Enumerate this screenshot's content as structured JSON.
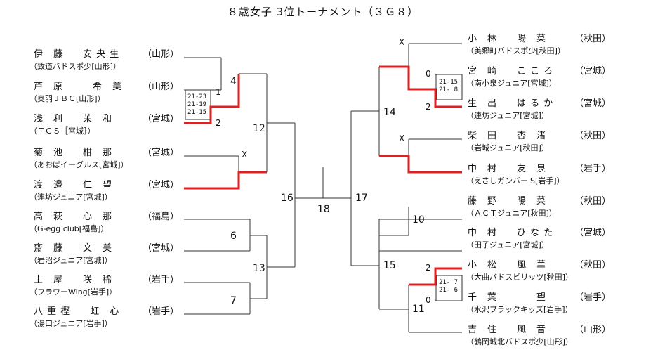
{
  "title": "８歳女子 3位トーナメント（３Ｇ８）",
  "left_players": [
    {
      "name": "伊　藤　　安 央 生",
      "pref": "（山形）",
      "club": "（致道バドスポ少[山形]）"
    },
    {
      "name": "芦　原　　　希　美",
      "pref": "（山形）",
      "club": "（奥羽ＪＢＣ[山形]）"
    },
    {
      "name": "浅　利　　茉　和",
      "pref": "（宮城）",
      "club": "（ＴＧＳ［宮城］）"
    },
    {
      "name": "菊　池　　柑　那",
      "pref": "（宮城）",
      "club": "（あおばイーグルス[宮城]）"
    },
    {
      "name": "渡　邉　　仁　望",
      "pref": "（宮城）",
      "club": "（連坊ジュニア[宮城]）"
    },
    {
      "name": "高　萩　　心　那",
      "pref": "（福島）",
      "club": "（G-egg club[福島]）"
    },
    {
      "name": "齋　藤　　文　美",
      "pref": "（宮城）",
      "club": "（岩沼ジュニア[宮城]）"
    },
    {
      "name": "土　屋　　咲　稀",
      "pref": "（岩手）",
      "club": "（フラワーWing[岩手]）"
    },
    {
      "name": "八 重 樫　　虹　心",
      "pref": "（岩手）",
      "club": "（湯口ジュニア[岩手]）"
    }
  ],
  "right_players": [
    {
      "name": "小　林　　陽　菜",
      "pref": "（秋田）",
      "club": "（美郷町バドスポ少[秋田]）"
    },
    {
      "name": "宮　崎　　こ こ ろ",
      "pref": "（宮城）",
      "club": "（南小泉ジュニア[宮城]）"
    },
    {
      "name": "生　出　　は る か",
      "pref": "（宮城）",
      "club": "（連坊ジュニア[宮城]）"
    },
    {
      "name": "柴　田　　杏　渚",
      "pref": "（秋田）",
      "club": "（岩城ジュニア[秋田]）"
    },
    {
      "name": "中　村　　友　泉",
      "pref": "（岩手）",
      "club": "（えさしガンバー'S[岩手]）"
    },
    {
      "name": "藤　野　　陽　菜",
      "pref": "（秋田）",
      "club": "（ＡＣＴジュニア[秋田]）"
    },
    {
      "name": "中　村　　ひ な た",
      "pref": "（宮城）",
      "club": "（田子ジュニア[宮城]）"
    },
    {
      "name": "小　松　　風　華",
      "pref": "（秋田）",
      "club": "（大曲バドスピリッツ[秋田]）"
    },
    {
      "name": "千　葉　　　　望",
      "pref": "（岩手）",
      "club": "（水沢ブラックキッズ[岩手]）"
    },
    {
      "name": "吉　住　　風　音",
      "pref": "（山形）",
      "club": "（鶴岡城北バドスポ少[山形]）"
    }
  ],
  "match_numbers": {
    "m4": "4",
    "m12": "12",
    "m16": "16",
    "m6": "6",
    "m13": "13",
    "m7": "7",
    "m18": "18",
    "m17": "17",
    "m14": "14",
    "m15": "15",
    "m10": "10",
    "m11": "11"
  },
  "marks": {
    "l_one": "1",
    "l_two": "2",
    "l_x": "X",
    "r_x1": "X",
    "r_zero1": "0",
    "r_two1": "2",
    "r_x2": "X",
    "r_two2": "2",
    "r_zero2": "0"
  },
  "scores": {
    "left_m": "21-23\n21-19\n21-15",
    "right_top": "21-15\n21- 8",
    "right_bottom": "21- 7\n21- 6"
  },
  "colors": {
    "winner_line": "#e02020",
    "line": "#333333"
  }
}
